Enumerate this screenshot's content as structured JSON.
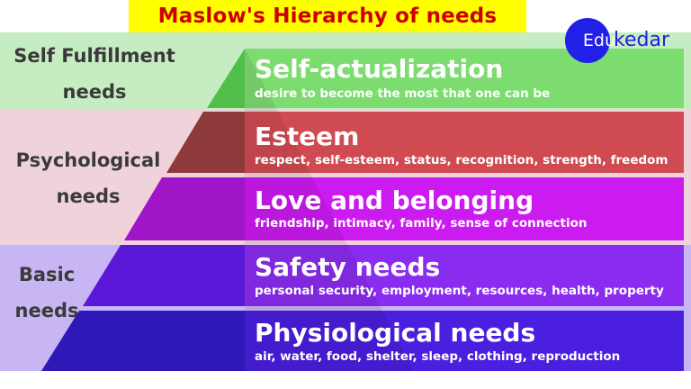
{
  "title": "Maslow's Hierarchy of needs",
  "logo": {
    "circle_text": "Edu",
    "text": "kedar",
    "color": "#2020e8"
  },
  "categories": [
    {
      "line1": "Self Fulfillment",
      "line2": "needs"
    },
    {
      "line1": "Psychological",
      "line2": "needs"
    },
    {
      "line1": "Basic",
      "line2": "needs"
    }
  ],
  "levels": [
    {
      "title": "Self-actualization",
      "desc": "desire to become the most that one can be",
      "color": "#7ddc70"
    },
    {
      "title": "Esteem",
      "desc": "respect, self-esteem, status, recognition, strength, freedom",
      "color": "#d04a52"
    },
    {
      "title": "Love and belonging",
      "desc": "friendship, intimacy, family, sense of connection",
      "color": "#cc1bf0"
    },
    {
      "title": "Safety needs",
      "desc": "personal security, employment, resources, health, property",
      "color": "#8a2cf0"
    },
    {
      "title": "Physiological needs",
      "desc": "air, water, food, shelter, sleep, clothing, reproduction",
      "color": "#4a1fe0"
    }
  ]
}
